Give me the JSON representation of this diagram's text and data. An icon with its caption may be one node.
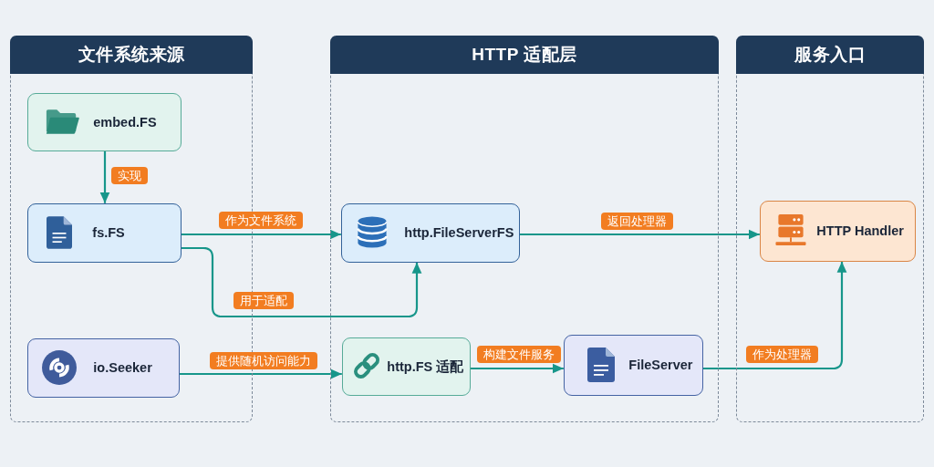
{
  "diagram": {
    "nodes": [
      {
        "text": [
          "文件系统来源"
        ]
      },
      {
        "text": [
          "embed.FS"
        ],
        "in": 0
      },
      {
        "text": [
          "fs.FS"
        ],
        "in": 0
      },
      {
        "text": [
          "io.Seeker"
        ],
        "in": 0
      },
      {
        "text": [
          "HTTP 适配层"
        ]
      },
      {
        "text": [
          "http.FileServerFS"
        ],
        "in": 4
      },
      {
        "text": [
          "http.FS 适配"
        ],
        "in": 4
      },
      {
        "text": [
          "FileServer"
        ],
        "in": 4
      },
      {
        "text": [
          "服务入口"
        ]
      },
      {
        "text": [
          "HTTP Handler"
        ],
        "in": 8
      }
    ],
    "edges": [
      {
        "from": 1,
        "to": 2,
        "arrow": "to",
        "label": "实现"
      },
      {
        "from": 2,
        "to": 5,
        "arrow": "to",
        "label": "作为文件系统"
      },
      {
        "from": 2,
        "to": 5,
        "arrow": "to",
        "label": "用于适配"
      },
      {
        "from": 3,
        "to": 6,
        "arrow": "to",
        "label": "提供随机访问能力"
      },
      {
        "from": 6,
        "to": 7,
        "arrow": "to",
        "label": "构建文件服务"
      },
      {
        "from": 5,
        "to": 9,
        "arrow": "to",
        "label": "返回处理器"
      },
      {
        "from": 7,
        "to": 9,
        "arrow": "to",
        "label": "作为处理器"
      }
    ]
  }
}
